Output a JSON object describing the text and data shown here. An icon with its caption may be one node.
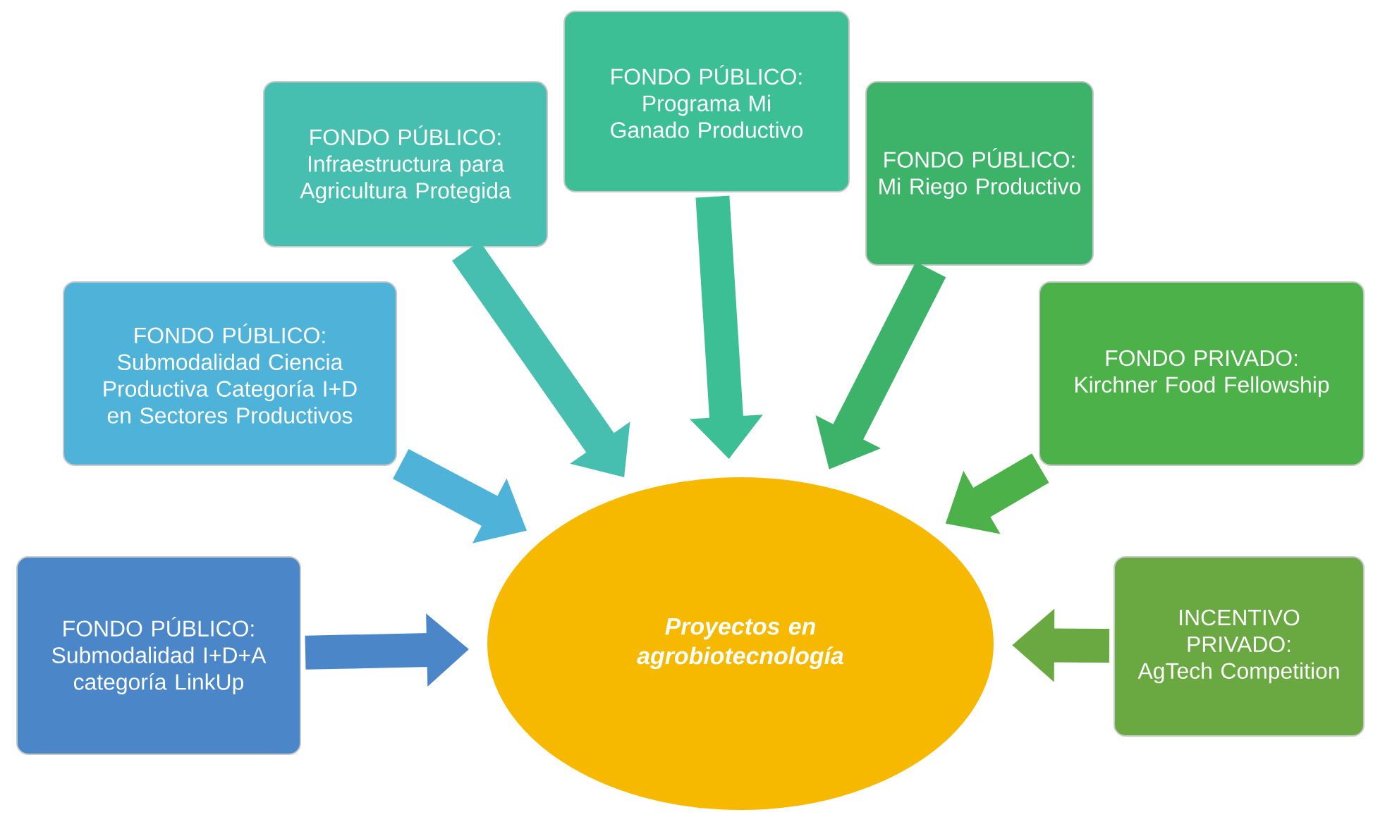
{
  "diagram": {
    "nodes": [
      {
        "text": [
          "Proyectos en agrobiotecnología"
        ]
      },
      {
        "text": [
          "FONDO PÚBLICO:",
          "Submodalidad I+D+A categoría LinkUp"
        ]
      },
      {
        "text": [
          "FONDO PÚBLICO:",
          "Submodalidad Ciencia Productiva Categoría I+D en Sectores Productivos"
        ]
      },
      {
        "text": [
          "FONDO PÚBLICO:",
          "Infraestructura para Agricultura Protegida"
        ]
      },
      {
        "text": [
          "FONDO PÚBLICO:",
          "Programa Mi Ganado Productivo"
        ]
      },
      {
        "text": [
          "FONDO PÚBLICO:",
          "Mi Riego Productivo"
        ]
      },
      {
        "text": [
          "FONDO PRIVADO:",
          "Kirchner Food Fellowship"
        ]
      },
      {
        "text": [
          "INCENTIVO PRIVADO:",
          "AgTech Competition"
        ]
      }
    ],
    "edges": [
      {
        "from": 1,
        "to": 0,
        "arrow": "to",
        "color": "#4a86c8"
      },
      {
        "from": 2,
        "to": 0,
        "arrow": "to",
        "color": "#4fb3d9"
      },
      {
        "from": 3,
        "to": 0,
        "arrow": "to",
        "color": "#46bfb0"
      },
      {
        "from": 4,
        "to": 0,
        "arrow": "to",
        "color": "#3cbf95"
      },
      {
        "from": 5,
        "to": 0,
        "arrow": "to",
        "color": "#3db36a"
      },
      {
        "from": 6,
        "to": 0,
        "arrow": "to",
        "color": "#4db14a"
      },
      {
        "from": 7,
        "to": 0,
        "arrow": "to",
        "color": "#6aa842"
      }
    ]
  }
}
